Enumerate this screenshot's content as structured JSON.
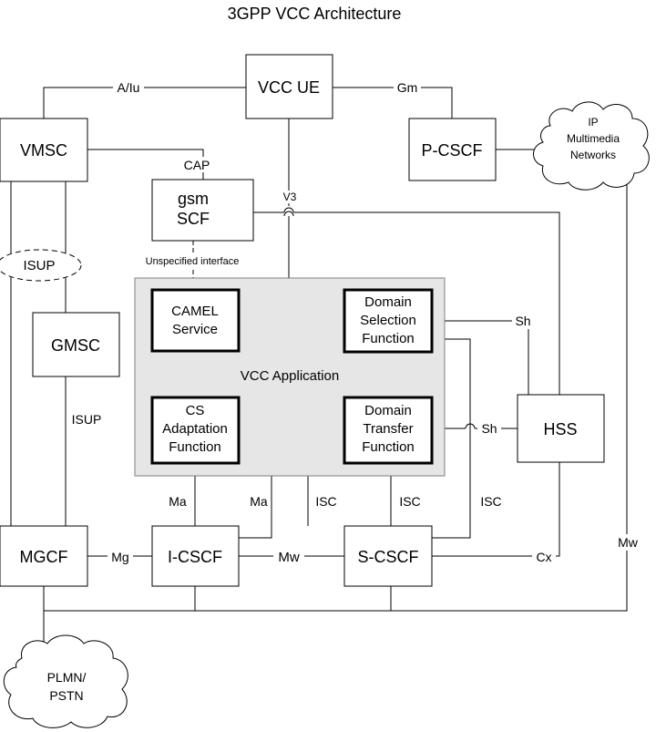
{
  "title": "3GPP VCC Architecture",
  "nodes": {
    "vcc_ue": "VCC UE",
    "vmsc": "VMSC",
    "pcscf": "P-CSCF",
    "gsmscf": [
      "gsm",
      "SCF"
    ],
    "gmsc": "GMSC",
    "mgcf": "MGCF",
    "icscf": "I-CSCF",
    "scscf": "S-CSCF",
    "hss": "HSS",
    "isup_ellipse": "ISUP",
    "ip_cloud": [
      "IP",
      "Multimedia",
      "Networks"
    ],
    "plmn_cloud": [
      "PLMN/",
      "PSTN"
    ]
  },
  "vcc_application": {
    "label": "VCC Application",
    "camel": [
      "CAMEL",
      "Service"
    ],
    "dsf": [
      "Domain",
      "Selection",
      "Function"
    ],
    "csaf": [
      "CS",
      "Adaptation",
      "Function"
    ],
    "dtf": [
      "Domain",
      "Transfer",
      "Function"
    ]
  },
  "interfaces": {
    "a_iu": "A/Iu",
    "gm": "Gm",
    "cap": "CAP",
    "v3": "V3",
    "unspecified": "Unspecified interface",
    "sh_top": "Sh",
    "sh_mid": "Sh",
    "isup_vertical": "ISUP",
    "ma_left": "Ma",
    "ma_right": "Ma",
    "isc1": "ISC",
    "isc2": "ISC",
    "isc3": "ISC",
    "mg": "Mg",
    "mw_mid": "Mw",
    "mw_right": "Mw",
    "cx": "Cx"
  }
}
